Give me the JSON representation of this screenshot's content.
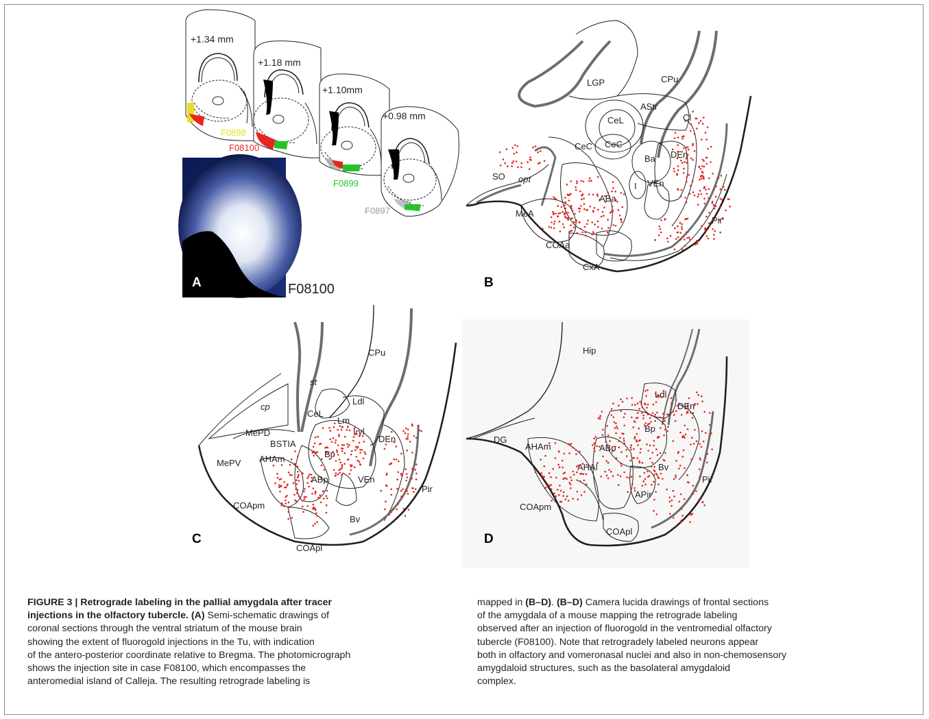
{
  "figure": {
    "panel_a": {
      "letter": "A",
      "coordinates": [
        "+1.34 mm",
        "+1.18 mm",
        "+1.10mm",
        "+0.98 mm"
      ],
      "injections": [
        {
          "label": "F0898",
          "color": "#e8e01c"
        },
        {
          "label": "F08100",
          "color": "#e8251f"
        },
        {
          "label": "F0899",
          "color": "#27c22b"
        },
        {
          "label": "F0897",
          "color": "#9a9a9a"
        }
      ],
      "photo_label": "F08100"
    },
    "panel_b": {
      "letter": "B",
      "labels": [
        "LGP",
        "CPu",
        "AStr",
        "Cl",
        "CeL",
        "CeC",
        "CeC",
        "Ba",
        "DEn",
        "SO",
        "opt",
        "I",
        "VEn",
        "ABa",
        "MeA",
        "Pir",
        "COAa",
        "CxA"
      ]
    },
    "panel_c": {
      "letter": "C",
      "labels": [
        "CPu",
        "st",
        "cp",
        "CeL",
        "Ldl",
        "Lm",
        "Lvl",
        "MePD",
        "BSTIA",
        "DEn",
        "MePV",
        "AHAm",
        "Bp",
        "ABp",
        "VEn",
        "Pir",
        "COApm",
        "Bv",
        "COApl"
      ]
    },
    "panel_d": {
      "letter": "D",
      "labels": [
        "Hip",
        "Ldl",
        "DEn",
        "Bp",
        "DG",
        "AHAm",
        "ABp",
        "AHAl",
        "Bv",
        "Pir",
        "APir",
        "COApm",
        "COApl"
      ]
    },
    "dot_color": "#e3231b"
  },
  "caption": {
    "left": [
      [
        {
          "t": "FIGURE 3 | Retrograde labeling in the pallial amygdala after tracer",
          "b": true
        }
      ],
      [
        {
          "t": "injections in the olfactory tubercle. ",
          "b": true
        },
        {
          "t": "(A)",
          "b": true
        },
        {
          "t": " Semi-schematic drawings of",
          "b": false
        }
      ],
      [
        {
          "t": "coronal sections through the ventral striatum of the mouse brain",
          "b": false
        }
      ],
      [
        {
          "t": "showing the extent of fluorogold injections in the Tu, with indication",
          "b": false
        }
      ],
      [
        {
          "t": "of the antero-posterior coordinate relative to Bregma. The photomicrograph",
          "b": false
        }
      ],
      [
        {
          "t": "shows the injection site in case F08100, which encompasses the",
          "b": false
        }
      ],
      [
        {
          "t": "anteromedial island of Calleja. The resulting retrograde labeling is",
          "b": false
        }
      ]
    ],
    "right": [
      [
        {
          "t": "mapped in ",
          "b": false
        },
        {
          "t": "(B–D)",
          "b": true
        },
        {
          "t": ". ",
          "b": false
        },
        {
          "t": "(B–D)",
          "b": true
        },
        {
          "t": " Camera lucida drawings of frontal sections",
          "b": false
        }
      ],
      [
        {
          "t": "of the amygdala of a mouse mapping the retrograde labeling",
          "b": false
        }
      ],
      [
        {
          "t": "observed after an injection of fluorogold in the ventromedial olfactory",
          "b": false
        }
      ],
      [
        {
          "t": "tubercle (F08100). Note that retrogradely labeled neurons appear",
          "b": false
        }
      ],
      [
        {
          "t": "both in olfactory and vomeronasal nuclei and also in non-chemosensory",
          "b": false
        }
      ],
      [
        {
          "t": "amygdaloid structures, such as the basolateral amygdaloid",
          "b": false
        }
      ],
      [
        {
          "t": "complex.",
          "b": false
        }
      ]
    ]
  }
}
